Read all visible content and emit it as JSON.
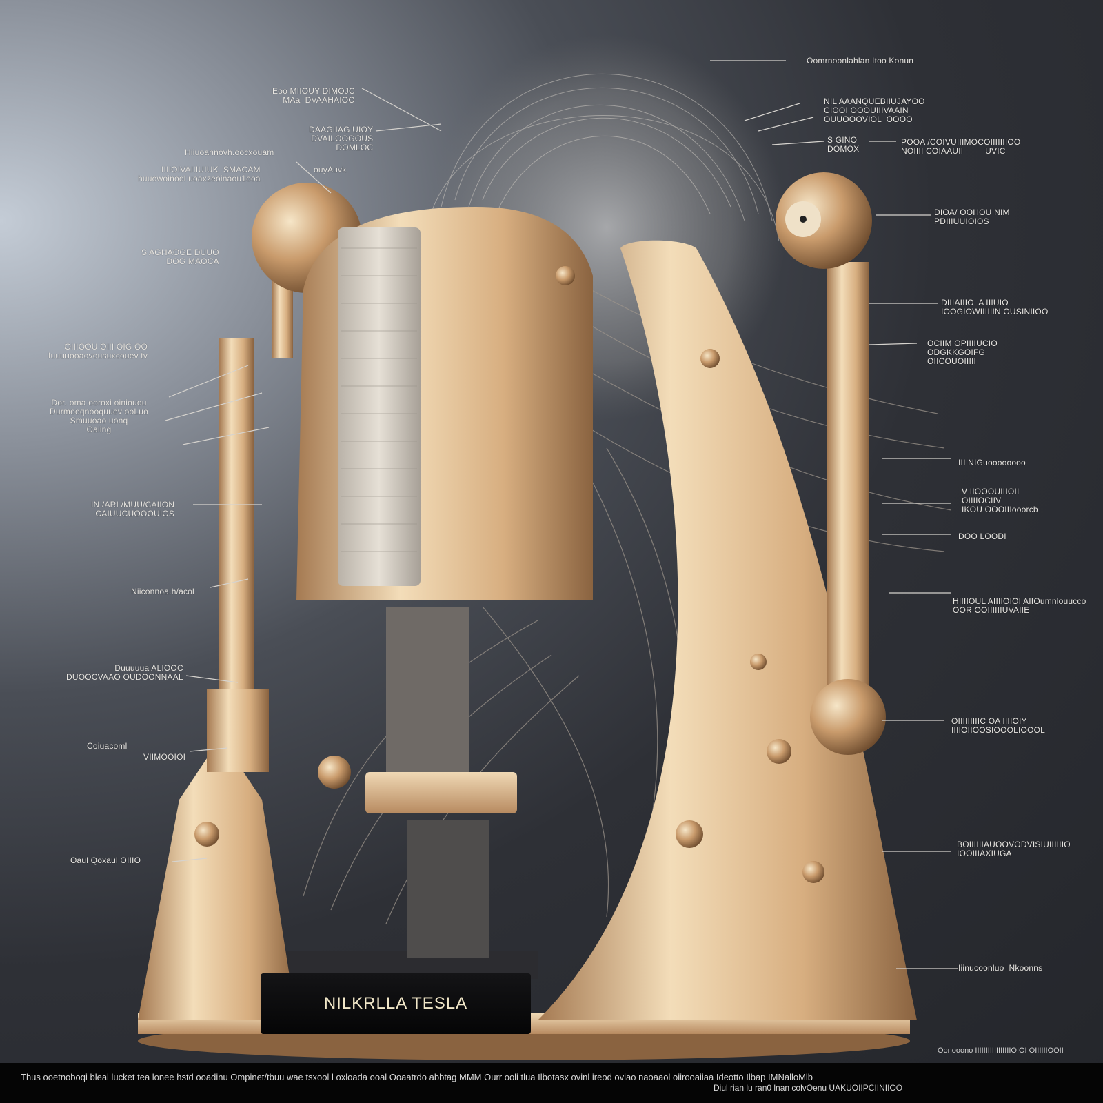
{
  "illustration": {
    "subject": "brass electrical apparatus with exposed wiring",
    "colors": {
      "brass_light": "#f0d9b5",
      "brass_mid": "#d3aa7c",
      "brass_dark": "#8a6340",
      "wire": "#b8b2aa",
      "background_dark": "#26282d",
      "background_light": "#c4ccd6",
      "plaque": "#0a0a0b",
      "plaque_text": "#f1e7c8"
    }
  },
  "plaque": {
    "text": "NILKRLLA TESLA"
  },
  "labels_left": [
    {
      "text": "Eoo MIIOUY DIMOJC\nMAa  DVAAHAIOO"
    },
    {
      "text": "DAAGIIAG UIOY\nDVAILOOGOUS\nDOMLOC"
    },
    {
      "text": "Hiiuoannovh.oocxouam"
    },
    {
      "text": "IIIIOIVAIIIUIUK  SMACAM\nhuuowoinool uoaxzeoinaou1ooa"
    },
    {
      "text": "ouyAuvk"
    },
    {
      "text": "S AGHAOGE DUUO\nDOG MAOCA"
    },
    {
      "text": "OIIIOOU OIII OIG OO\nIuuuuooaovousuxcouev tv"
    },
    {
      "text": "Dor. oma ooroxi oiniouou\nDurmooqnooquuev ooLuo\nSmuuoao uonq\nOaiing"
    },
    {
      "text": "IN /ARI /MUU/CAIION\nCAIUUCUOOOUIOS"
    },
    {
      "text": "Niiconnoa.h/acol"
    },
    {
      "text": "Duuuuua ALIOOC\nDUOOCVAAO OUDOONNAAL"
    },
    {
      "text": "Coiuacoml"
    },
    {
      "text": "VIIMOOIOI"
    },
    {
      "text": "Oaul Qoxaul OIIIO"
    }
  ],
  "labels_right": [
    {
      "text": "Oomrnoonlahlan Itoo Konun"
    },
    {
      "text": "NIL AAANQUEBIIUJAYOO\nCIOOI OOOUIIIVAAIN\nOUUOOOVIOL  OOOO"
    },
    {
      "text": "S GINO\nDOMOX"
    },
    {
      "text": "POOA /COIVUIIIMOCOIIIIIIIOO\nNOIIII COIAAUII         UVIC"
    },
    {
      "text": "DIOA/ OOHOU NIM\nPDIIIUUIOIOS"
    },
    {
      "text": "DIIIAIIIO  A IIIUIO\nIOOGIOWIIIIIIN OUSINIIOO"
    },
    {
      "text": "OCIIM OPIIIIUCIO\nODGKKGOIFG\nOIICOUOIIIII"
    },
    {
      "text": "III NIGuoooooooo"
    },
    {
      "text": "V IIOOOUIIIOII\nOIIIIOCIIV\nIKOU OOOIIIooorcb"
    },
    {
      "text": "DOO LOODI"
    },
    {
      "text": "HIIIIOUL AIIIIOIOI AIIOumnlouucco\nOOR OOIIIIIIUVAIIE"
    },
    {
      "text": "OIIIIIIIIIC OA IIIIOIY\nIIIIOIIOOSIOOOLIOOOL"
    },
    {
      "text": "BOIIIIIIAUOOVODVISIUIIIIIIO\nIOOIIIAXIUGA"
    },
    {
      "text": "Iiinucoonluo  Nkoonns"
    }
  ],
  "footer": {
    "right_note": "Oonooono IIIIIIIIIIIIIIIIIOIOI  OIIIIIIOOII",
    "caption_line1": "Thus ooetnoboqi bleal lucket tea lonee hstd ooadinu Ompinet/tbuu wae tsxool l oxloada ooal Ooaatrdo abbtag MMM Ourr ooli tlua  Ilbotasx ovinl ireod oviao naoaaol oiirooaiiaa Ideotto Ilbap IMNalloMlb",
    "caption_line2": "Diul rian lu ran0 lnan colvOenu UAKUOIIPCIINIIOO"
  }
}
